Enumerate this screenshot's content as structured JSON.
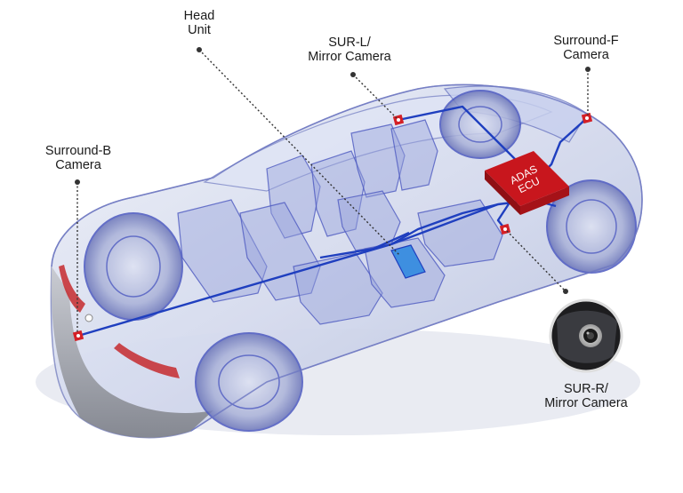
{
  "labels": {
    "head_unit": [
      "Head",
      "Unit"
    ],
    "sur_l": [
      "SUR-L/",
      "Mirror Camera"
    ],
    "surround_f": [
      "Surround-F",
      "Camera"
    ],
    "surround_b": [
      "Surround-B",
      "Camera"
    ],
    "sur_r": [
      "SUR-R/",
      "Mirror Camera"
    ]
  },
  "ecu": {
    "line1": "ADAS",
    "line2": "ECU"
  },
  "colors": {
    "body_tint": "#c9cfe8",
    "frame_blue": "#5563c9",
    "wire_blue": "#1f3fbf",
    "ecu_red": "#c8161d",
    "sensor_red": "#d42026",
    "head_unit": "#3e8fe0",
    "leader": "#333333"
  },
  "icons": [
    "camera-icon"
  ]
}
